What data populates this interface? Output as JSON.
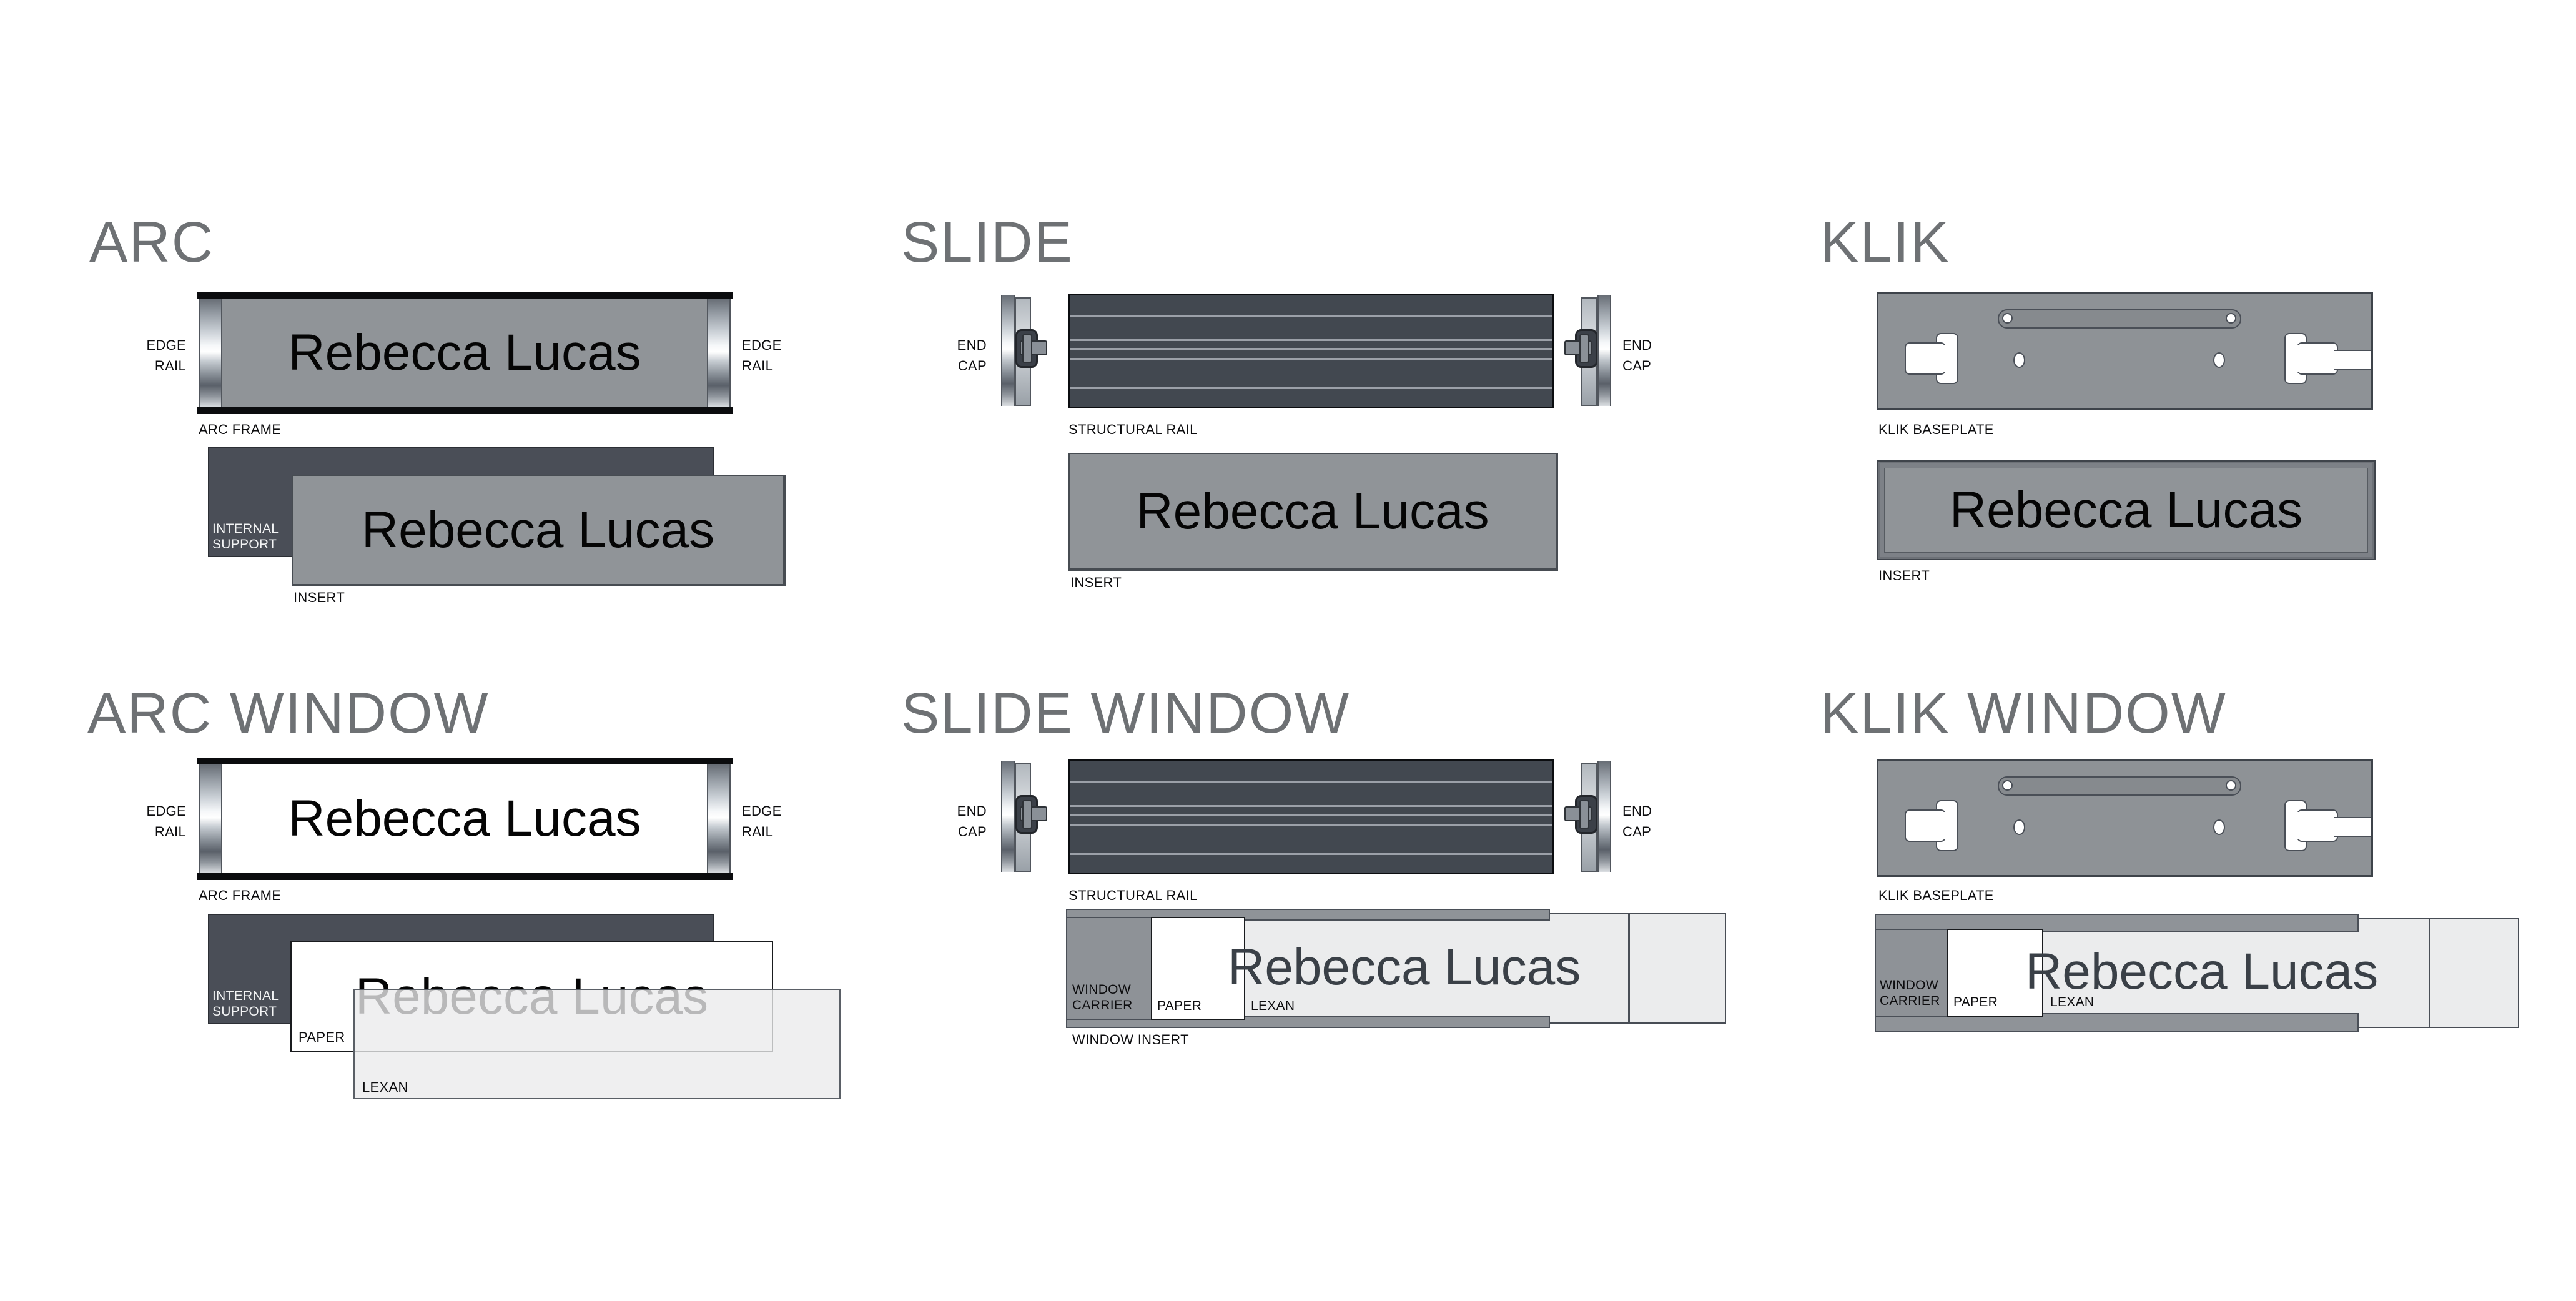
{
  "document": {
    "type": "nameplate-systems-assembly-diagram"
  },
  "insert_name": "Rebecca Lucas",
  "colors": {
    "title_gray": "#6e7174",
    "insert_gray": "#909498",
    "support_dark": "#4a4e57",
    "rail_dark": "#424850",
    "baseplate_gray": "#8e9296",
    "lexan_gray": "#ebeced",
    "name_dim": "#3a4047",
    "label_black": "#0d0d0f"
  },
  "sections": {
    "arc": {
      "title": "ARC",
      "labels": {
        "edge_rail_l1": "EDGE",
        "edge_rail_l2": "RAIL",
        "arc_frame": "ARC FRAME",
        "internal_support_l1": "INTERNAL",
        "internal_support_l2": "SUPPORT",
        "insert": "INSERT"
      }
    },
    "slide": {
      "title": "SLIDE",
      "labels": {
        "end_cap_l1": "END",
        "end_cap_l2": "CAP",
        "structural_rail": "STRUCTURAL RAIL",
        "insert": "INSERT"
      }
    },
    "klik": {
      "title": "KLIK",
      "labels": {
        "baseplate": "KLIK BASEPLATE",
        "insert": "INSERT"
      }
    },
    "arc_window": {
      "title": "ARC WINDOW",
      "labels": {
        "edge_rail_l1": "EDGE",
        "edge_rail_l2": "RAIL",
        "arc_frame": "ARC FRAME",
        "internal_support_l1": "INTERNAL",
        "internal_support_l2": "SUPPORT",
        "paper": "PAPER",
        "lexan": "LEXAN"
      }
    },
    "slide_window": {
      "title": "SLIDE WINDOW",
      "labels": {
        "end_cap_l1": "END",
        "end_cap_l2": "CAP",
        "structural_rail": "STRUCTURAL RAIL",
        "window_carrier_l1": "WINDOW",
        "window_carrier_l2": "CARRIER",
        "paper": "PAPER",
        "lexan": "LEXAN",
        "window_insert": "WINDOW INSERT"
      }
    },
    "klik_window": {
      "title": "KLIK WINDOW",
      "labels": {
        "baseplate": "KLIK BASEPLATE",
        "window_carrier_l1": "WINDOW",
        "window_carrier_l2": "CARRIER",
        "paper": "PAPER",
        "lexan": "LEXAN"
      }
    }
  }
}
